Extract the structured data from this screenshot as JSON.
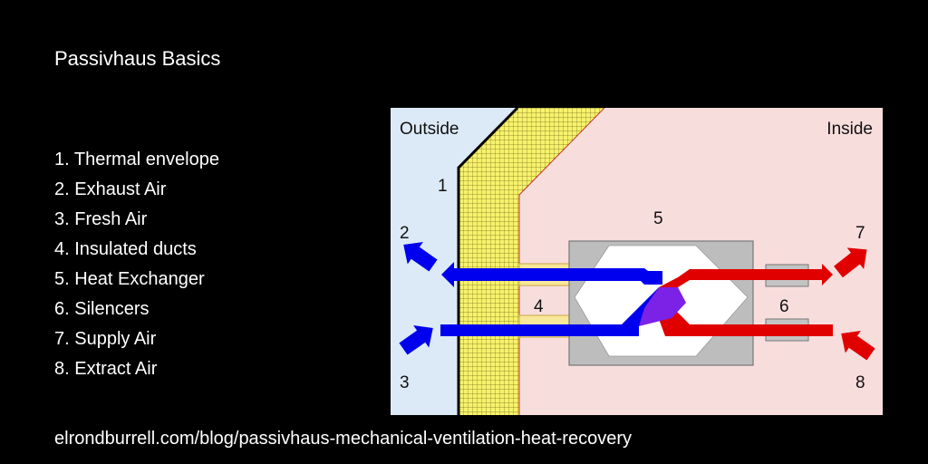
{
  "title": "Passivhaus Basics",
  "legend": [
    "1. Thermal envelope",
    "2. Exhaust Air",
    "3. Fresh Air",
    "4. Insulated ducts",
    "5. Heat Exchanger",
    "6. Silencers",
    "7. Supply Air",
    "8. Extract Air"
  ],
  "url": "elrondburrell.com/blog/passivhaus-mechanical-ventilation-heat-recovery",
  "diagram": {
    "outside_label": "Outside",
    "inside_label": "Inside",
    "numbers": [
      "1",
      "2",
      "3",
      "4",
      "5",
      "6",
      "7",
      "8"
    ],
    "colors": {
      "outside": "#dceaf7",
      "inside": "#f8dddd",
      "insulation": "#f7f26b",
      "hrv_body": "#bdbdbd",
      "cold_air": "#0000ee",
      "warm_air": "#e00000",
      "mixed_air": "#7b22e6"
    }
  }
}
